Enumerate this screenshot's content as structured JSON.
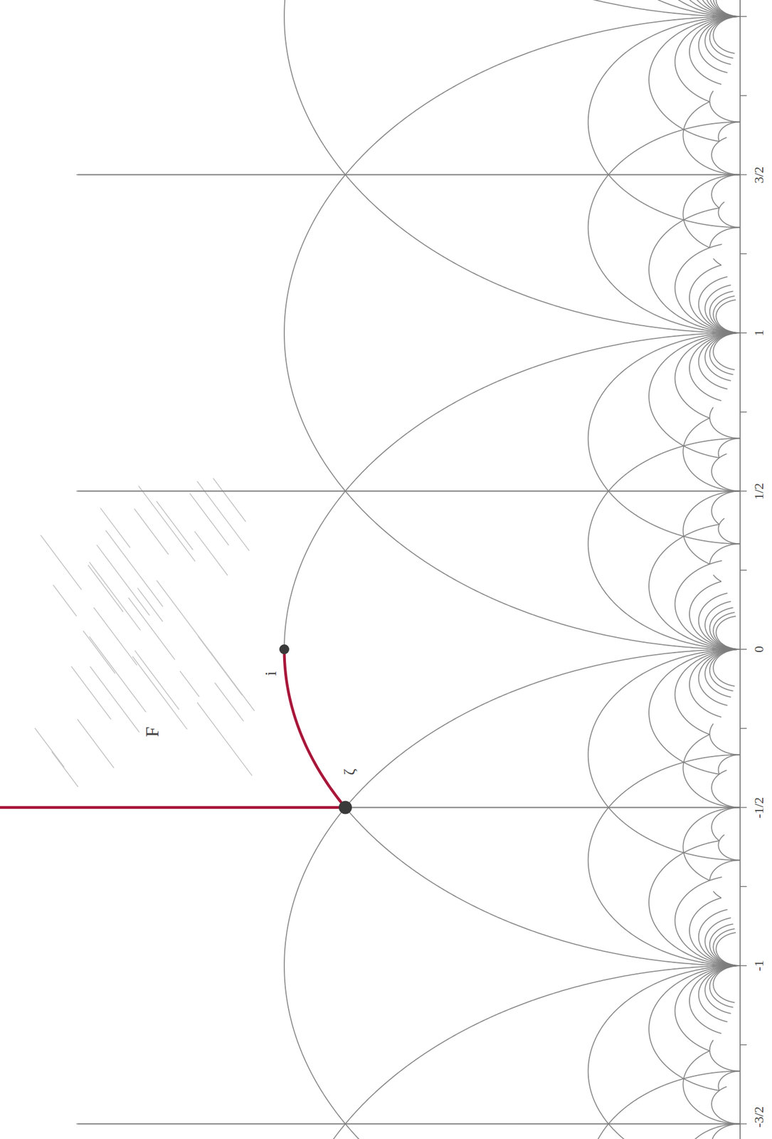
{
  "diagram": {
    "labels": [
      "F",
      "i",
      "ζ",
      "3/2",
      "1",
      "1/2",
      "0",
      "-1/2",
      "-1",
      "-3/2"
    ]
  }
}
